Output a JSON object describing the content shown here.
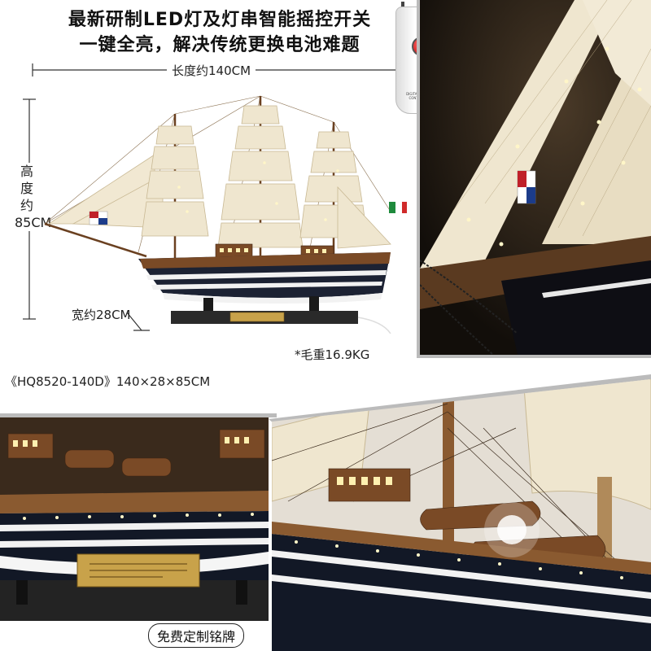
{
  "headline": {
    "line1": "最新研制LED灯及灯串智能摇控开关",
    "line2": "一键全亮，解决传统更换电池难题"
  },
  "dimensions": {
    "length": "长度约140CM",
    "height": "高度约85CM",
    "width": "宽约28CM",
    "weight": "*毛重16.9KG",
    "model": "《HQ8520-140D》140×28×85CM"
  },
  "remote": {
    "label": "DIGITAL REMOTE CONTROLLER"
  },
  "badge": {
    "label": "免费定制铭牌"
  },
  "colors": {
    "sail": "#efe6cf",
    "hull_dark": "#1c2233",
    "wood": "#7a4a26",
    "base": "#2a2a2a",
    "light": "#fff6c8"
  },
  "icons": {
    "italian-flag": "flag-icon",
    "remote": "remote-control-icon"
  }
}
